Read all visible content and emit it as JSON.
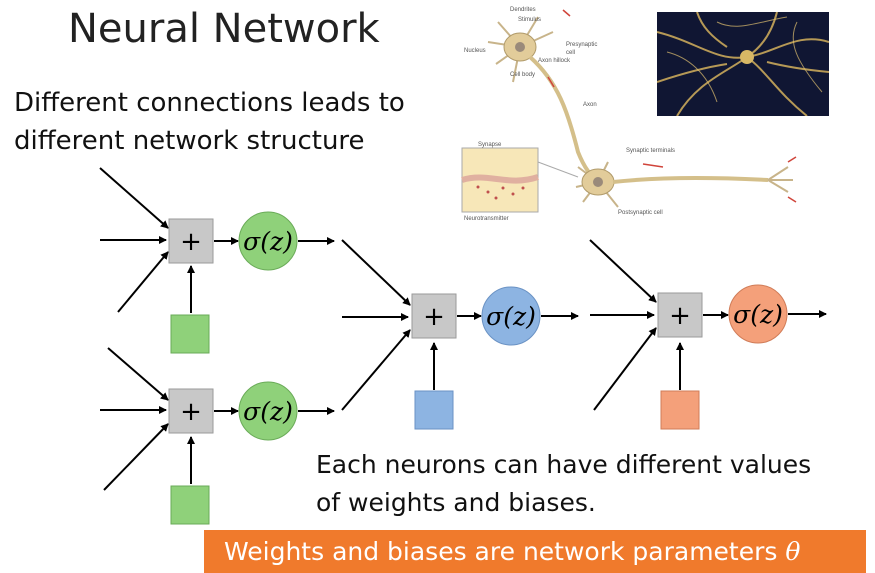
{
  "title": "Neural Network",
  "subtitle_line1": "Different connections leads to",
  "subtitle_line2": "different network structure",
  "note_line1": "Each neurons can have different values",
  "note_line2": "of weights and biases.",
  "banner": {
    "text": "Weights and biases are network parameters",
    "symbol": "θ"
  },
  "node": {
    "sum_symbol": "+",
    "activation": "σ(z)"
  },
  "neuron_labels": {
    "dendrites": "Dendrites",
    "stimulus": "Stimulus",
    "nucleus": "Nucleus",
    "presynaptic": "Presynaptic",
    "cell": "cell",
    "axon_hillock": "Axon hillock",
    "cell_body": "Cell body",
    "axon": "Axon",
    "synapse": "Synapse",
    "synaptic_terminals": "Synaptic terminals",
    "neurotransmitter": "Neurotransmitter",
    "postsynaptic": "Postsynaptic cell"
  },
  "colors": {
    "green": "#8fd17a",
    "blue": "#8db4e2",
    "orange": "#f4a07a",
    "gray_box": "#c8c8c8",
    "banner": "#f07a2c"
  }
}
